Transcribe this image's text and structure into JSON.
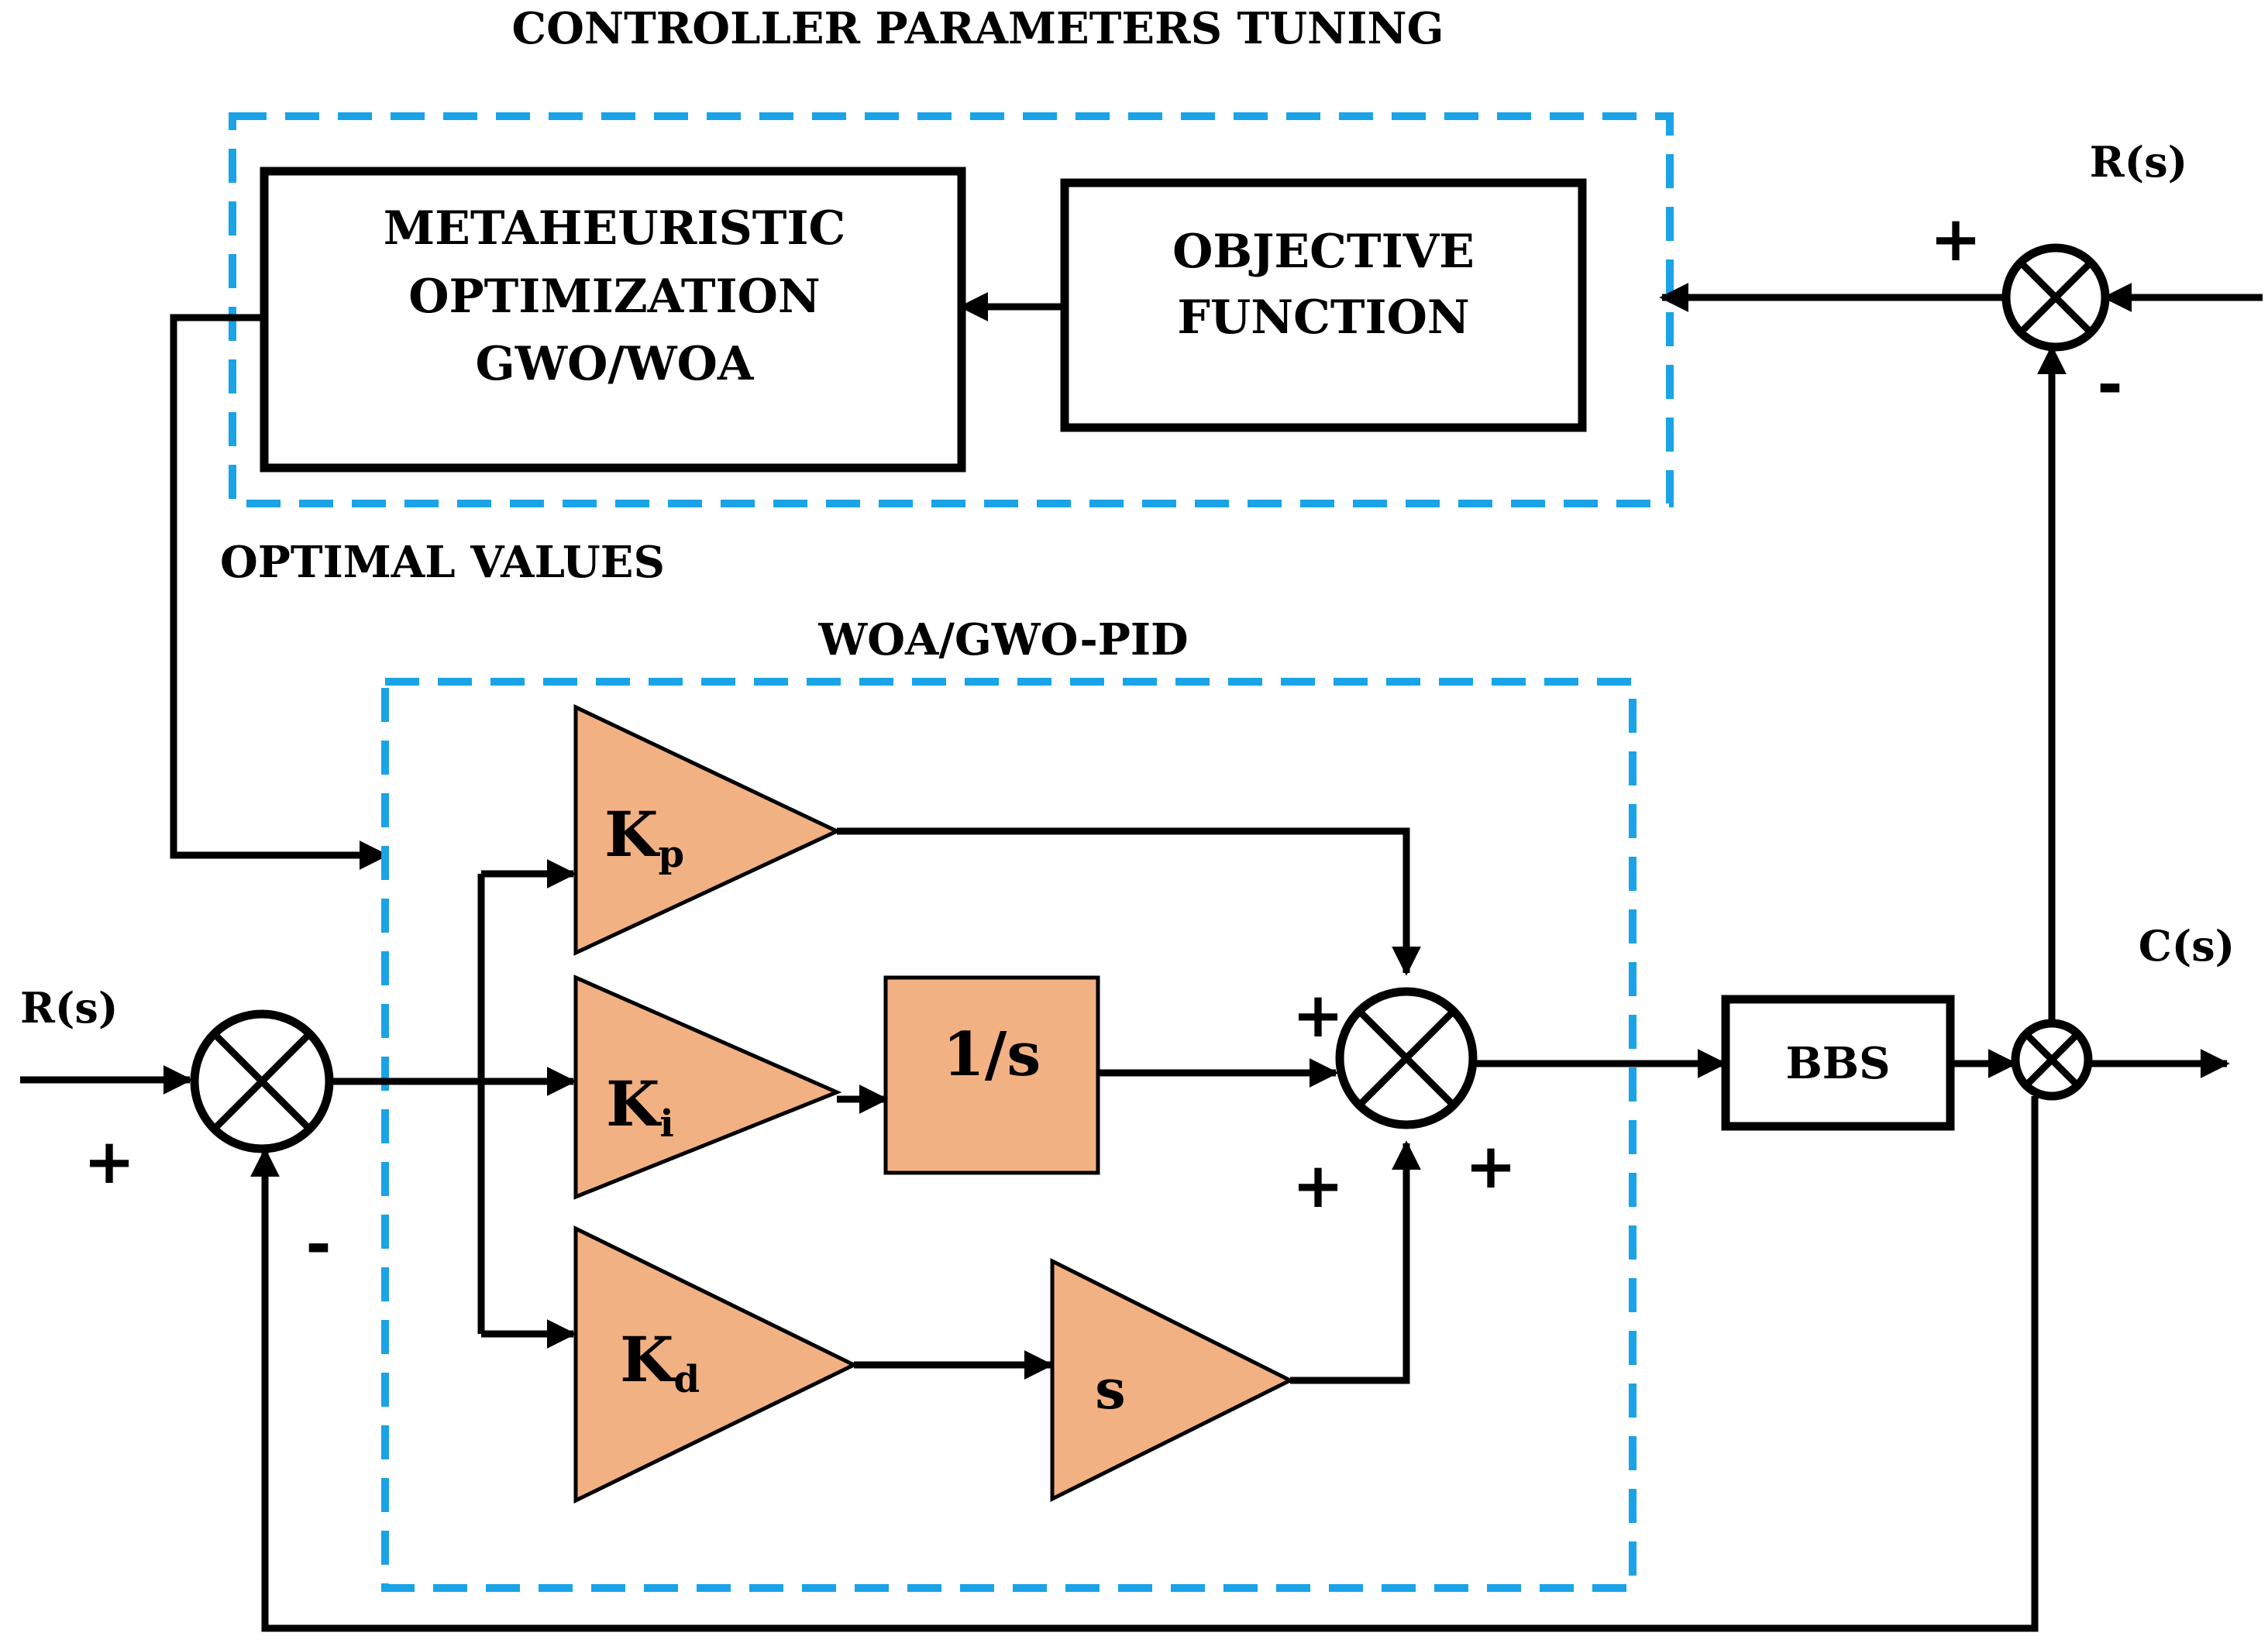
{
  "header": {
    "title": "CONTROLLER PARAMETERS TUNING"
  },
  "tuning": {
    "metaheuristic_lines": [
      "METAHEURISTIC",
      "OPTIMIZATION",
      "GWO/WOA"
    ],
    "objective_lines": [
      "OBJECTIVE",
      "FUNCTION"
    ],
    "optimal_values_label": "OPTIMAL VALUES"
  },
  "controller": {
    "title": "WOA/GWO-PID",
    "kp": {
      "main": "K",
      "sub": "p"
    },
    "ki": {
      "main": "K",
      "sub": "i"
    },
    "kd": {
      "main": "K",
      "sub": "d"
    },
    "integrator": "1/s",
    "derivative": "s"
  },
  "plant": {
    "label": "BBS"
  },
  "signals": {
    "input_left": "R(s)",
    "input_top": "R(s)",
    "output": "C(s)"
  },
  "signs": {
    "input_plus": "+",
    "feedback_minus": "-",
    "pid_sum_plus_left": "+",
    "pid_sum_plus_bottom": "+",
    "output_plus": "+",
    "top_plus": "+",
    "top_minus": "-"
  },
  "colors": {
    "dashed_border": "#1aa3e6",
    "gain_fill": "#f2b183",
    "line": "#000000"
  }
}
